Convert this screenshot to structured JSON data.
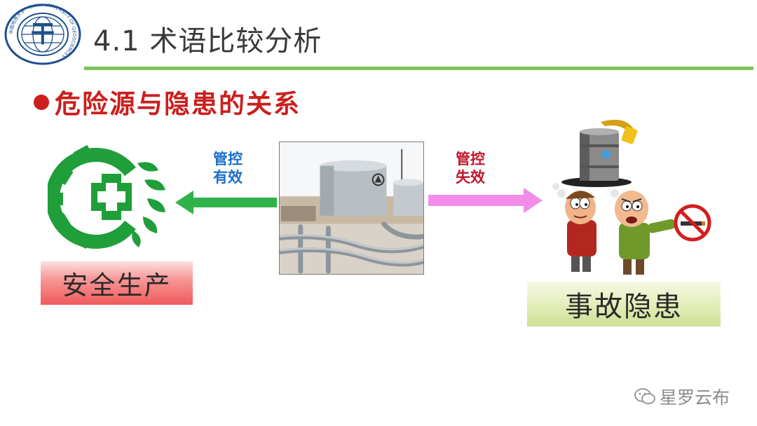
{
  "header": {
    "title": "4.1 术语比较分析",
    "logo_text": "中国地质大学 · CHINA UNIVERSITY OF GEOSCIENCES",
    "logo_mark": "干"
  },
  "bullet": {
    "text": "危险源与隐患的关系"
  },
  "left": {
    "label": "安全生产",
    "arrow_label_line1": "管控",
    "arrow_label_line2": "有效"
  },
  "right": {
    "label": "事故隐患",
    "arrow_label_line1": "管控",
    "arrow_label_line2": "失效"
  },
  "watermark": {
    "text": "星罗云布"
  },
  "colors": {
    "accent_green": "#1f9e3a",
    "title_rule": "#7ec45a",
    "bullet_red": "#cc1e1e",
    "arrow_green": "#2fb24a",
    "arrow_pink": "#f28ce8",
    "label_blue": "#1a6ec9",
    "label_red": "#c0172c"
  }
}
